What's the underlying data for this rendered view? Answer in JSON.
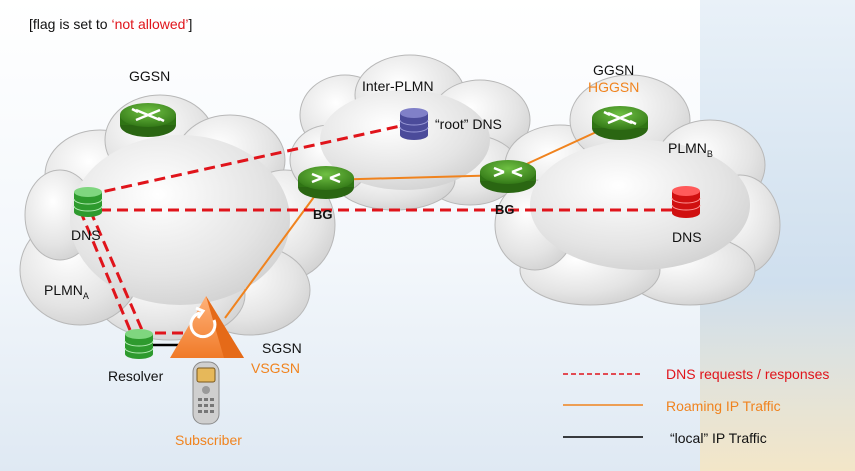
{
  "header": {
    "prefix": "[flag is set to ",
    "highlight": "‘not allowed’",
    "suffix": "]"
  },
  "clouds": {
    "plmn_a": {
      "label": "PLMN",
      "sub": "A"
    },
    "inter_plmn": {
      "label": "Inter-PLMN"
    },
    "plmn_b": {
      "label": "PLMN",
      "sub": "B"
    }
  },
  "nodes": {
    "ggsn_a": "GGSN",
    "ggsn_b": "GGSN",
    "hggsn": "HGGSN",
    "root_dns": "“root” DNS",
    "bg_left": "BG",
    "bg_right": "BG",
    "dns_a": "DNS",
    "dns_b": "DNS",
    "resolver": "Resolver",
    "sgsn": "SGSN",
    "vsgsn": "VSGSN",
    "subscriber": "Subscriber"
  },
  "legend": {
    "dns": "DNS requests / responses",
    "roaming": "Roaming IP Traffic",
    "local": "“local” IP Traffic"
  },
  "colors": {
    "dns_line": "#e0141b",
    "roaming_line": "#f0831e",
    "local_line": "#000000",
    "router": "#3f8a1f",
    "dns_db_a": "#3aae3a",
    "dns_db_b": "#e0141b",
    "root_db": "#5a5aa8"
  }
}
